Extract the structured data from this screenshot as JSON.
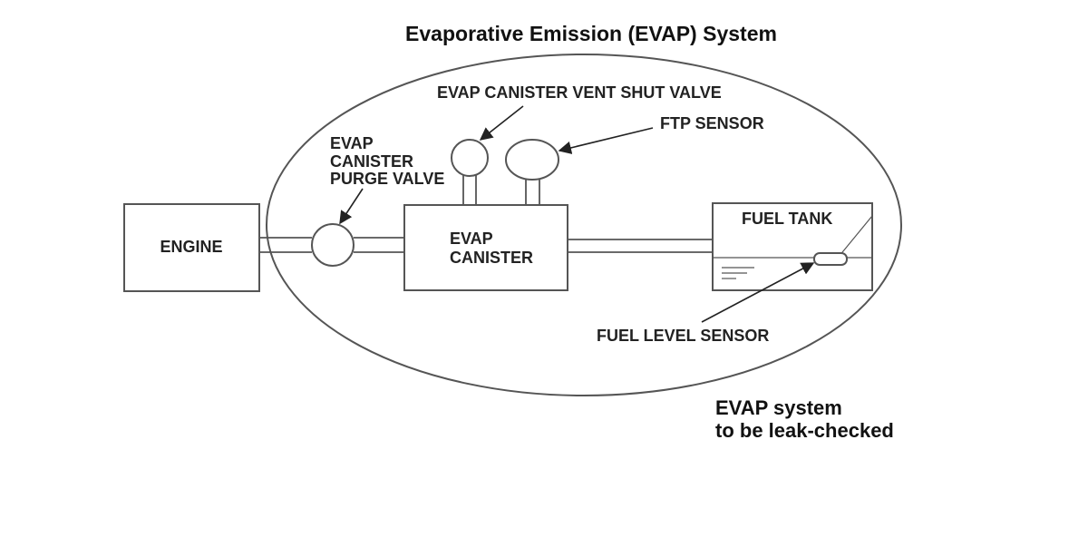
{
  "title": "Evaporative Emission (EVAP) System",
  "components": {
    "engine": "ENGINE",
    "purge_valve": [
      "EVAP",
      "CANISTER",
      "PURGE VALVE"
    ],
    "vent_shut_valve": "EVAP CANISTER VENT SHUT VALVE",
    "ftp_sensor": "FTP SENSOR",
    "canister": [
      "EVAP",
      "CANISTER"
    ],
    "fuel_tank": "FUEL TANK",
    "fuel_level_sensor": "FUEL LEVEL SENSOR"
  },
  "note": [
    "EVAP system",
    "to be leak-checked"
  ],
  "colors": {
    "line": "#555555",
    "arrow": "#222222",
    "text": "#222222",
    "background": "#ffffff"
  }
}
